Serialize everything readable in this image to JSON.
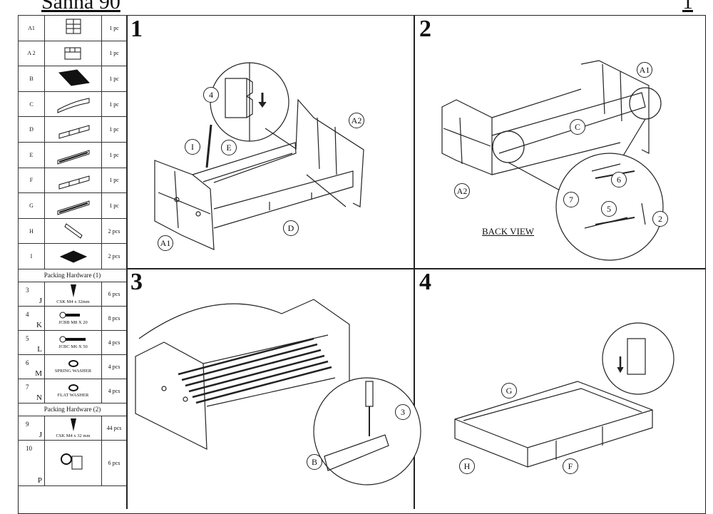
{
  "header": {
    "title": "Sanna 90",
    "page_number": "1"
  },
  "parts": [
    {
      "code": "A1",
      "qty": "1 pc",
      "icon": "headboard-panel-icon"
    },
    {
      "code": "A 2",
      "qty": "1 pc",
      "icon": "side-panel-icon"
    },
    {
      "code": "B",
      "qty": "1 pc",
      "icon": "slat-base-icon"
    },
    {
      "code": "C",
      "qty": "1 pc",
      "icon": "back-rail-icon"
    },
    {
      "code": "D",
      "qty": "1 pc",
      "icon": "front-rail-icon"
    },
    {
      "code": "E",
      "qty": "1 pc",
      "icon": "support-rail-icon"
    },
    {
      "code": "F",
      "qty": "1 pc",
      "icon": "drawer-front-icon"
    },
    {
      "code": "G",
      "qty": "1 pc",
      "icon": "drawer-rail-icon"
    },
    {
      "code": "H",
      "qty": "2 pcs",
      "icon": "drawer-side-icon"
    },
    {
      "code": "I",
      "qty": "2 pcs",
      "icon": "drawer-base-icon"
    }
  ],
  "hardware1": {
    "heading": "Packing Hardware (1)",
    "items": [
      {
        "num": "3",
        "letter": "J",
        "desc": "CSK M4 x 32mm",
        "qty": "6 pcs"
      },
      {
        "num": "4",
        "letter": "K",
        "desc": "JCBB M8 X 20",
        "qty": "8 pcs"
      },
      {
        "num": "5",
        "letter": "L",
        "desc": "JCBC M6 X 50",
        "qty": "4 pcs"
      },
      {
        "num": "6",
        "letter": "M",
        "desc": "SPRING WASHER",
        "qty": "4 pcs"
      },
      {
        "num": "7",
        "letter": "N",
        "desc": "FLAT WASHER",
        "qty": "4 pcs"
      }
    ]
  },
  "hardware2": {
    "heading": "Packing Hardware (2)",
    "items": [
      {
        "num": "9",
        "letter": "J",
        "desc": "CSK M4 x 32 mm",
        "qty": "44 pcs"
      },
      {
        "num": "10",
        "letter": "P",
        "desc": "",
        "qty": "6 pcs"
      }
    ]
  },
  "steps": [
    {
      "number": "1",
      "callouts": [
        "4",
        "I",
        "E",
        "A2",
        "A1",
        "D"
      ]
    },
    {
      "number": "2",
      "callouts": [
        "A1",
        "C",
        "A2",
        "7",
        "6",
        "5",
        "2"
      ],
      "note": "BACK VIEW"
    },
    {
      "number": "3",
      "callouts": [
        "3",
        "B"
      ]
    },
    {
      "number": "4",
      "callouts": [
        "G",
        "H",
        "F"
      ]
    }
  ]
}
